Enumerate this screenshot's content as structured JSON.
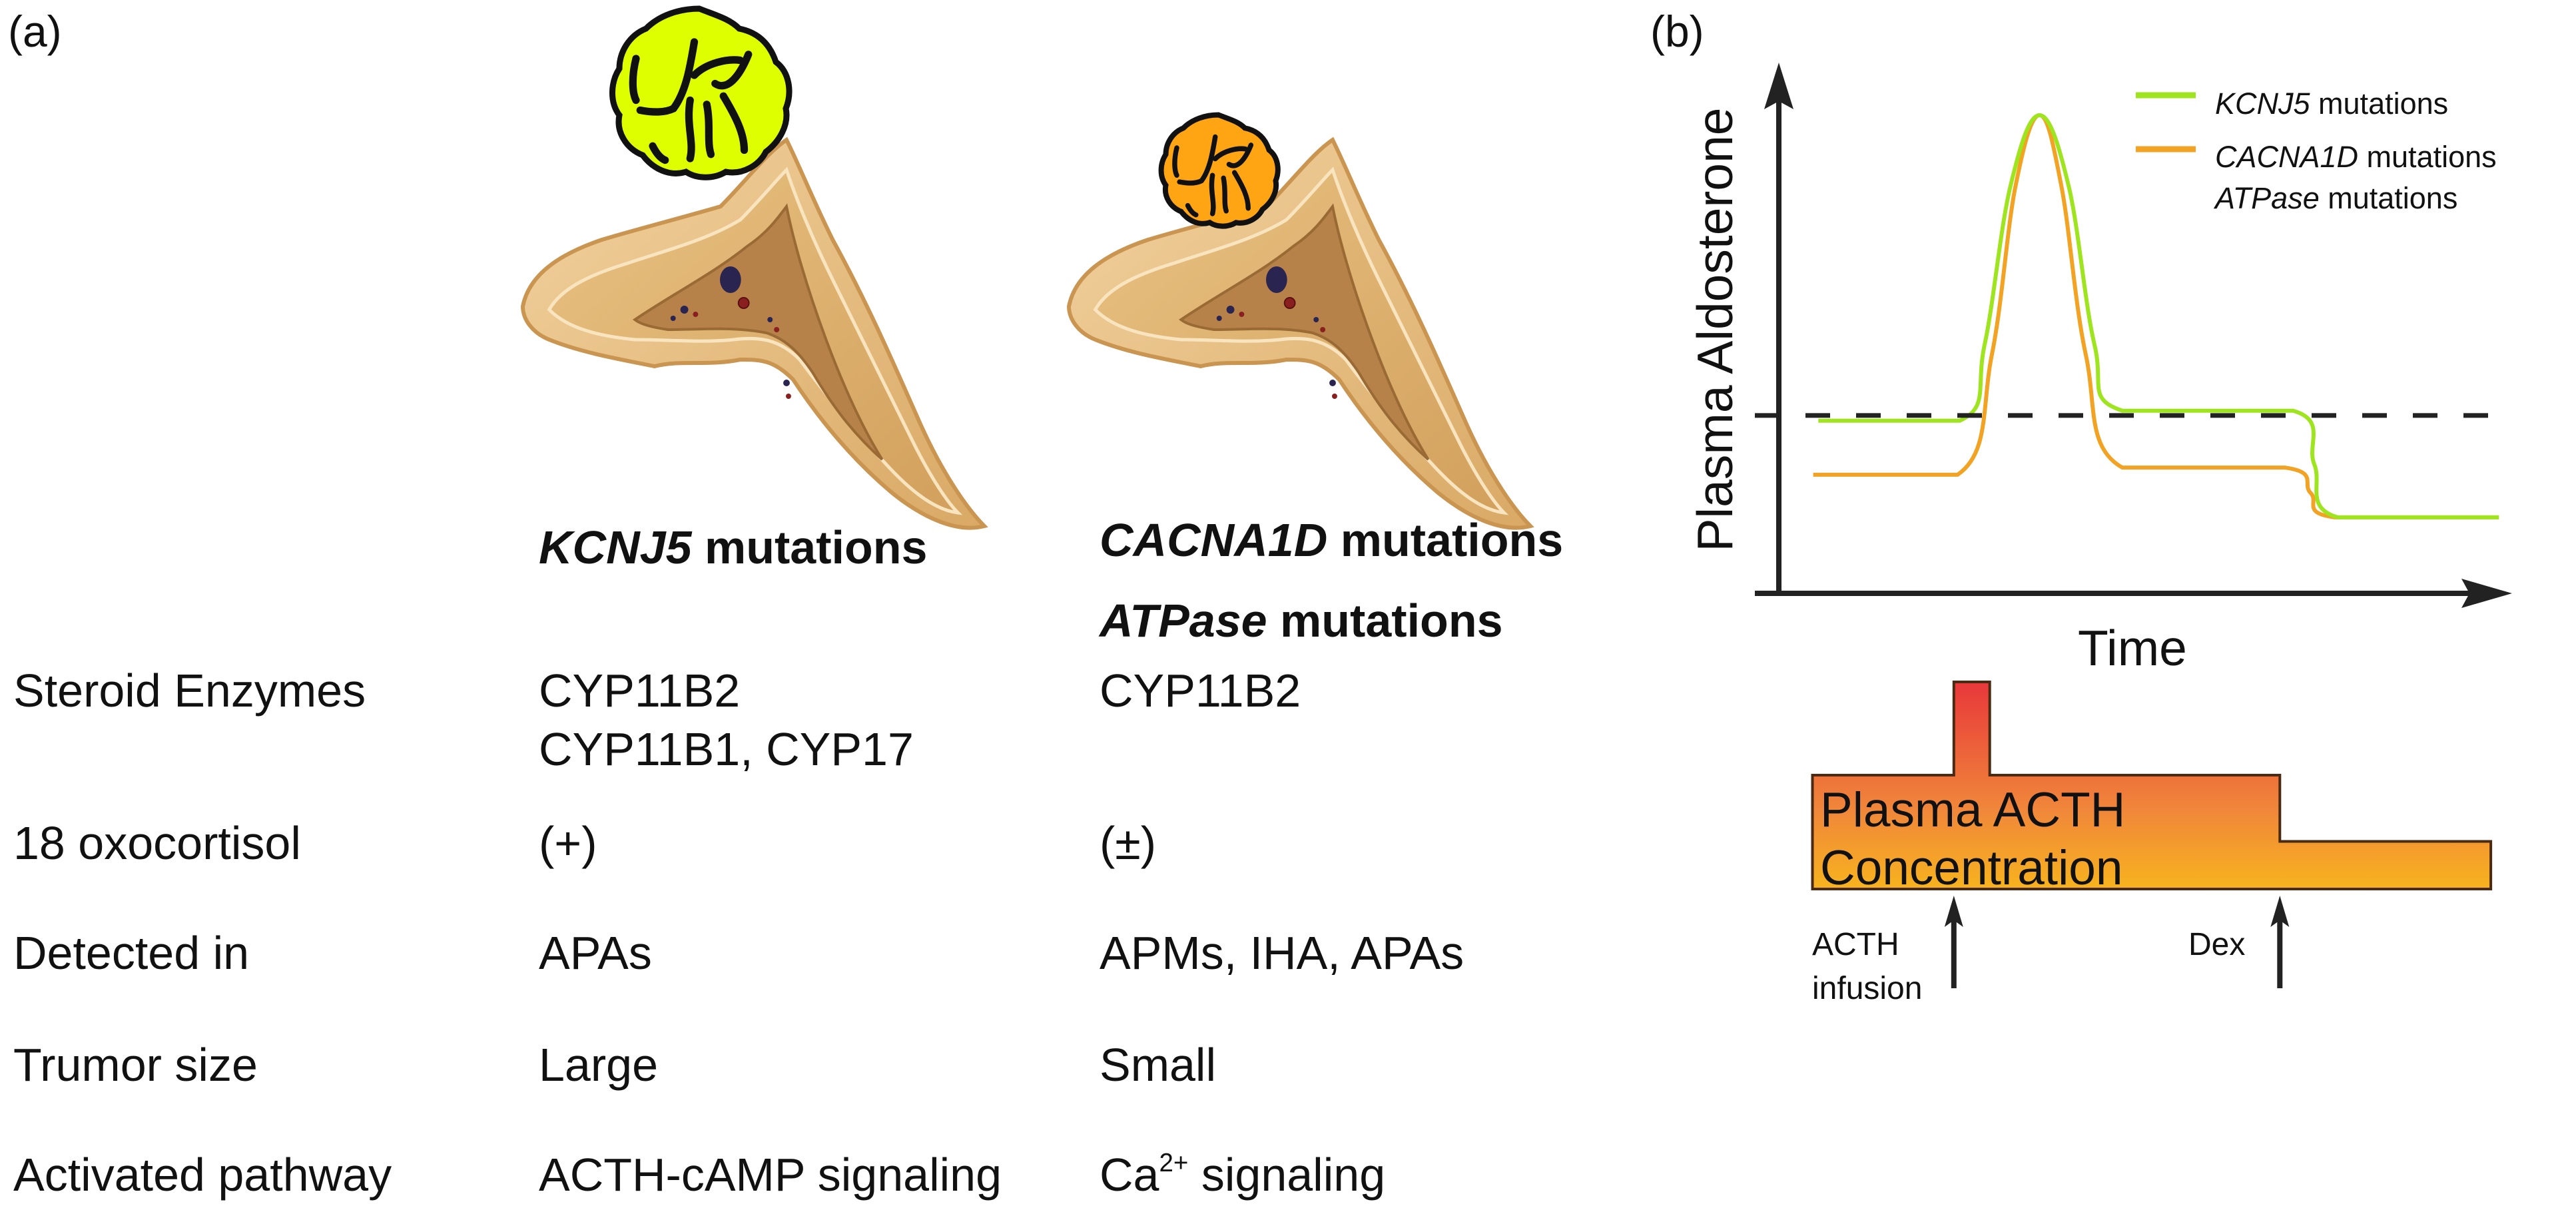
{
  "panel_a": {
    "label": "(a)",
    "columns": [
      {
        "header_parts": [
          [
            {
              "text": "KCNJ5",
              "italic": true
            },
            {
              "text": " mutations",
              "italic": false
            }
          ]
        ],
        "tumor_illustration": {
          "name": "large-adenoma",
          "color": "#ddff00",
          "relative_size": "large"
        }
      },
      {
        "header_parts": [
          [
            {
              "text": "CACNA1D",
              "italic": true
            },
            {
              "text": " mutations",
              "italic": false
            }
          ],
          [
            {
              "text": "ATPase",
              "italic": true
            },
            {
              "text": " mutations",
              "italic": false
            }
          ]
        ],
        "tumor_illustration": {
          "name": "small-adenoma",
          "color": "#ffa412",
          "relative_size": "small"
        }
      }
    ],
    "rows": [
      {
        "label": "Steroid Enzymes",
        "values": [
          [
            "CYP11B2",
            "CYP11B1, CYP17"
          ],
          [
            "CYP11B2"
          ]
        ]
      },
      {
        "label": "18 oxocortisol",
        "values": [
          [
            "(+)"
          ],
          [
            "(±)"
          ]
        ]
      },
      {
        "label": "Detected in",
        "values": [
          [
            "APAs"
          ],
          [
            "APMs, IHA, APAs"
          ]
        ]
      },
      {
        "label": "Trumor size",
        "values": [
          [
            "Large"
          ],
          [
            "Small"
          ]
        ]
      },
      {
        "label": "Activated pathway",
        "values": [
          [
            "ACTH-cAMP signaling"
          ],
          [
            "Ca",
            "2+",
            " signaling"
          ]
        ]
      }
    ]
  },
  "panel_b": {
    "label": "(b)",
    "acth_panel": {
      "title_line1": "Plasma ACTH",
      "title_line2": "Concentration",
      "gradient_colors": [
        "#e8383a",
        "#f0873a",
        "#f7b31e"
      ],
      "levels": [
        {
          "from": 4.5,
          "to": 23.8,
          "value": 55
        },
        {
          "from": 23.8,
          "to": 28.7,
          "value": 100
        },
        {
          "from": 28.7,
          "to": 68.3,
          "value": 55
        },
        {
          "from": 68.3,
          "to": 97.1,
          "value": 23
        }
      ],
      "events": [
        {
          "label_lines": [
            "ACTH",
            "infusion"
          ],
          "time": 23.8
        },
        {
          "label_lines": [
            "Dex"
          ],
          "time": 68.3
        }
      ]
    }
  },
  "chart_data": {
    "type": "line",
    "title": "",
    "xlabel": "Time",
    "ylabel": "Plasma Aldosterone",
    "xlim": [
      0,
      100
    ],
    "ylim": [
      0,
      100
    ],
    "grid": false,
    "legend_position": "top-right",
    "reference_line": {
      "y": 37.2,
      "style": "dashed",
      "color": "#222222"
    },
    "series": [
      {
        "name": "KCNJ5 mutations",
        "legend_parts": [
          {
            "text": "KCNJ5",
            "italic": true
          },
          {
            "text": " mutations",
            "italic": false
          }
        ],
        "color": "#9fe51f",
        "x": [
          5.3,
          24.6,
          28.0,
          31.5,
          35.5,
          39.5,
          43.0,
          46.8,
          70.1,
          73.0,
          76.2,
          98.2
        ],
        "y": [
          36.1,
          36.1,
          52.0,
          85.0,
          100,
          85.0,
          52.0,
          38.2,
          38.2,
          27.0,
          15.9,
          15.9
        ]
      },
      {
        "name": "CACNA1D mutations / ATPase mutations",
        "legend_parts": [
          {
            "text": "CACNA1D",
            "italic": true
          },
          {
            "text": " mutations",
            "italic": false
          }
        ],
        "legend_parts_line2": [
          {
            "text": "ATPase",
            "italic": true
          },
          {
            "text": " mutations",
            "italic": false
          }
        ],
        "color": "#f2a324",
        "x": [
          4.6,
          24.3,
          29.0,
          32.2,
          35.5,
          38.5,
          41.8,
          46.8,
          69.0,
          72.5,
          75.8,
          98.2
        ],
        "y": [
          24.8,
          24.8,
          50.0,
          85.0,
          100,
          85.0,
          50.0,
          26.3,
          26.3,
          21.0,
          15.9,
          15.9
        ]
      }
    ]
  }
}
